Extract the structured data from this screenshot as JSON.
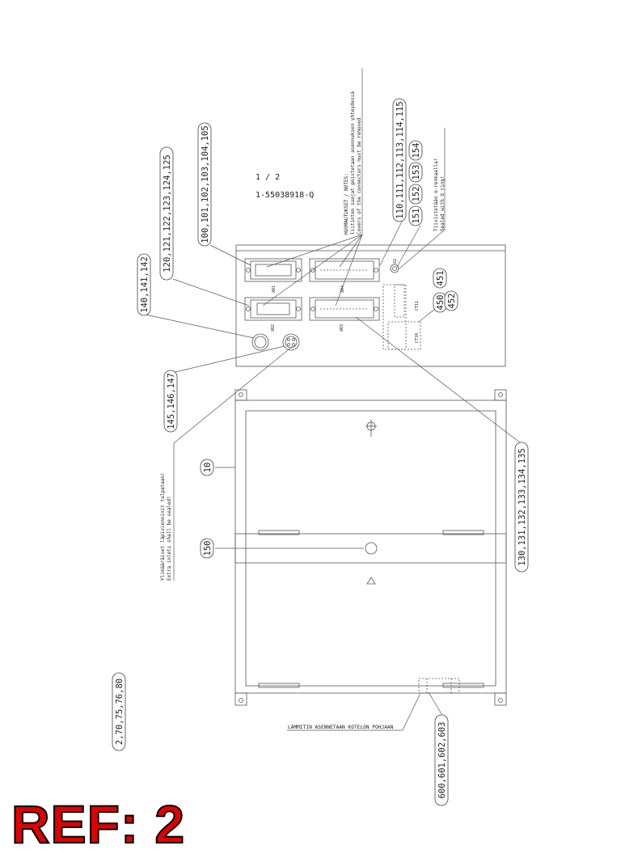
{
  "sheet": "1 /  2",
  "drawing_number": "1-55038918-Q",
  "callouts": {
    "c100": "100,101,102,103,104,105",
    "c110": "110,111,112,113,114,115",
    "c120": "120,121,122,123,124,125",
    "c140": "140,141,142",
    "c145": "145,146,147",
    "c151": "151",
    "c152": "152",
    "c153": "153",
    "c154": "154",
    "c450": "450",
    "c451": "451",
    "c452": "452",
    "c10": "10",
    "c150": "150",
    "c130": "130,131,132,133,134,135",
    "c600": "600,601,602,603",
    "c2": "2,70,75,76,80"
  },
  "notes": {
    "n1": "HUOMAUTUKSET / NOTES:",
    "n2": "liitinten suojat poistetaan asennuksen yhteydessä",
    "n3": "Covers of the connectors must be removed",
    "seal1": "Tiivistetään o-renkaalla!",
    "seal2": "Sealed with O ring!",
    "extra1": "Ylimääräiset läpivienninit tulpataan!",
    "extra2": "Extra inlets shall be sealed!",
    "heater": "LÄMMITIN ASENNETAAN KOTELON POHJAAN"
  },
  "connectors": {
    "xr1": "XR1",
    "xr2": "XR2",
    "xr3": "XR3",
    "xr4": "XR4",
    "x2": "X2",
    "ct11": "CT11",
    "ct10": "CT10"
  },
  "ref_label": "REF: 2"
}
